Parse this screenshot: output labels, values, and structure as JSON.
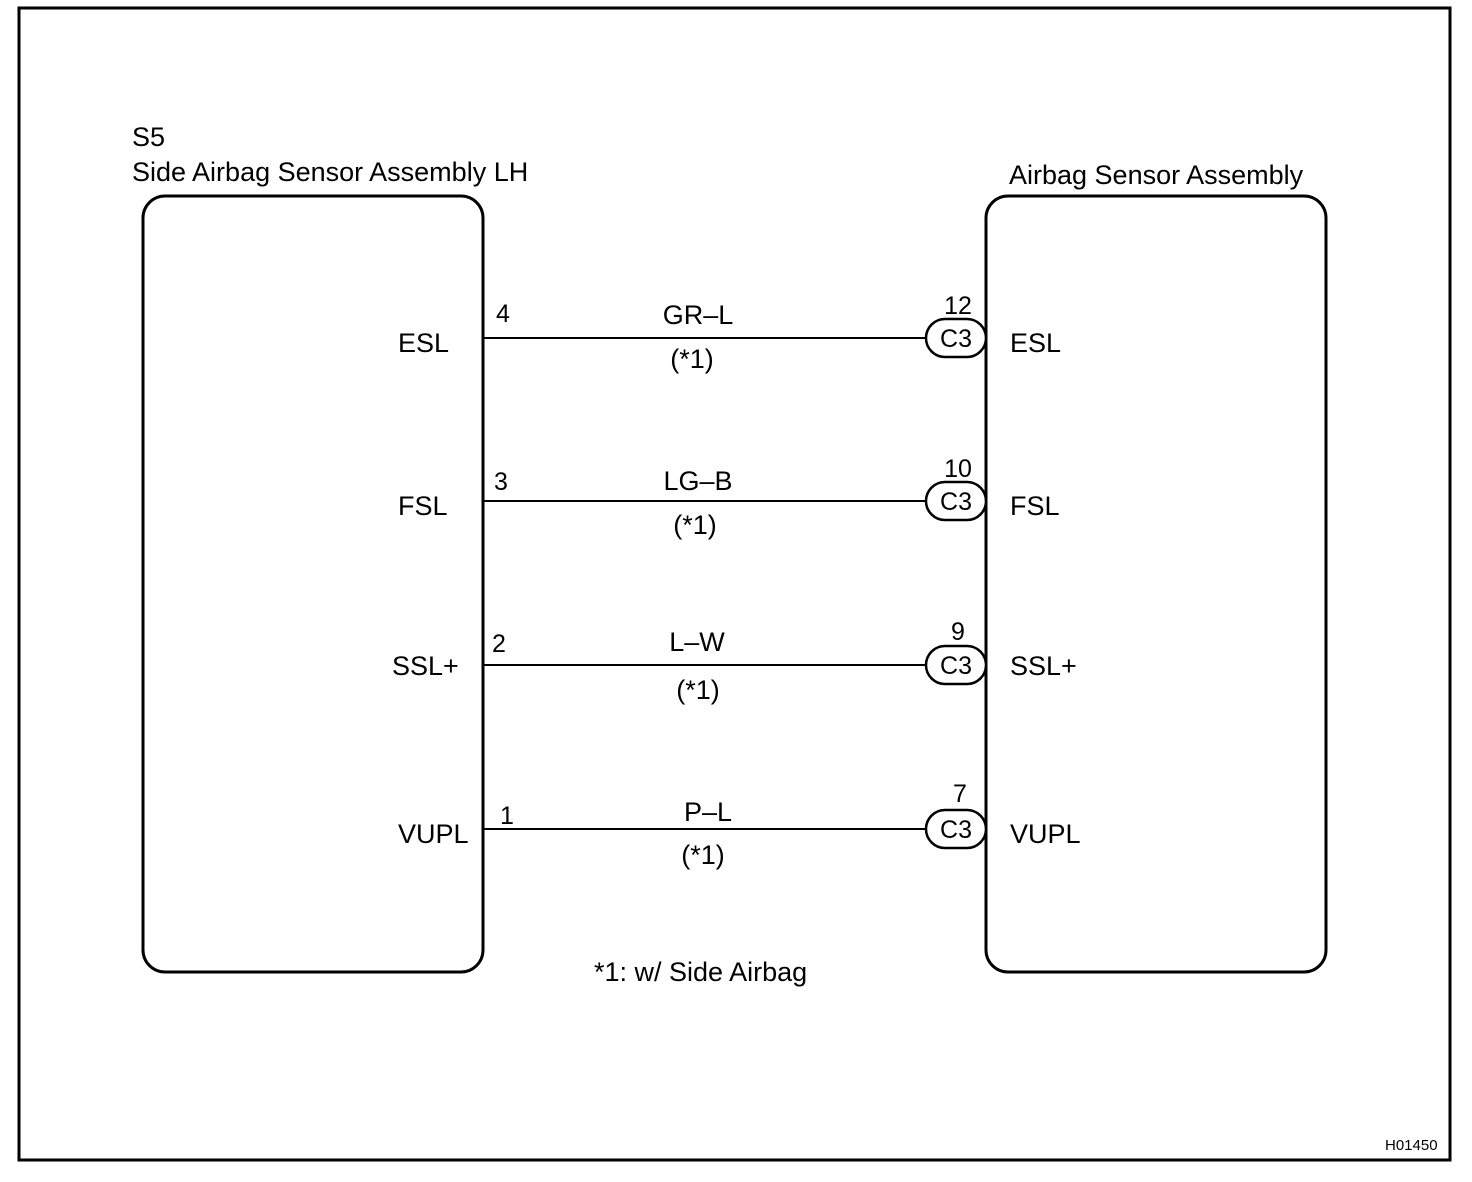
{
  "left_component": {
    "code": "S5",
    "name": "Side Airbag Sensor Assembly LH"
  },
  "right_component": {
    "name": "Airbag Sensor Assembly"
  },
  "connector_label": "C3",
  "wires": [
    {
      "left_terminal": "ESL",
      "left_pin": "4",
      "color": "GR–L",
      "note": "(*1)",
      "right_pin": "12",
      "right_terminal": "ESL"
    },
    {
      "left_terminal": "FSL",
      "left_pin": "3",
      "color": "LG–B",
      "note": "(*1)",
      "right_pin": "10",
      "right_terminal": "FSL"
    },
    {
      "left_terminal": "SSL+",
      "left_pin": "2",
      "color": "L–W",
      "note": "(*1)",
      "right_pin": "9",
      "right_terminal": "SSL+"
    },
    {
      "left_terminal": "VUPL",
      "left_pin": "1",
      "color": "P–L",
      "note": "(*1)",
      "right_pin": "7",
      "right_terminal": "VUPL"
    }
  ],
  "footnote": "*1: w/ Side Airbag",
  "figure_id": "H01450"
}
